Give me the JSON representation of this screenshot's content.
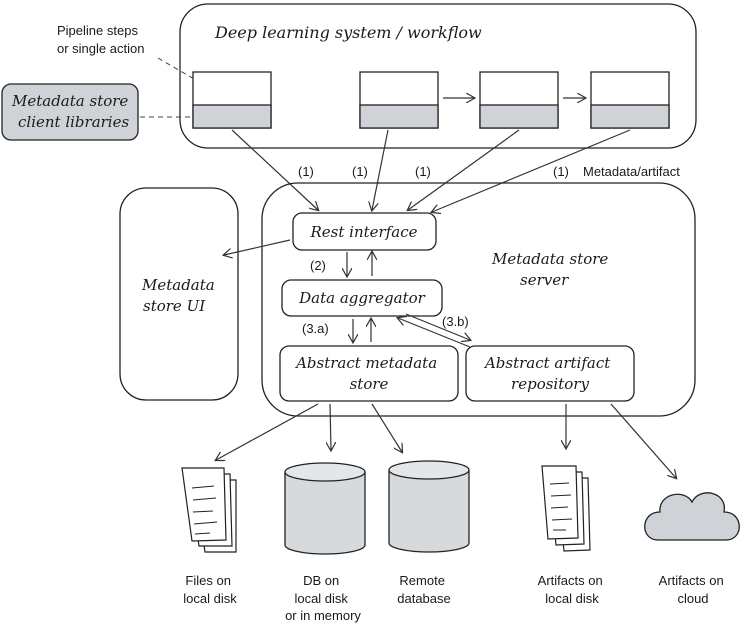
{
  "workflow": {
    "title": "Deep learning system / workflow"
  },
  "callouts": {
    "pipeline_steps": [
      "Pipeline steps",
      "or single action"
    ]
  },
  "client_libraries": {
    "label": [
      "Metadata store",
      "client libraries"
    ]
  },
  "metadata_artifact": "Metadata/artifact",
  "server": {
    "title": [
      "Metadata store",
      "server"
    ],
    "rest_interface": "Rest interface",
    "data_aggregator": "Data aggregator",
    "abstract_metadata_store": [
      "Abstract metadata",
      "store"
    ],
    "abstract_artifact_repository": [
      "Abstract artifact",
      "repository"
    ]
  },
  "ui": {
    "label": [
      "Metadata",
      "store UI"
    ]
  },
  "step_labels": {
    "one": "(1)",
    "two": "(2)",
    "three_a": "(3.a)",
    "three_b": "(3.b)"
  },
  "storage": {
    "files_local": [
      "Files on",
      "local disk"
    ],
    "db_local": [
      "DB on",
      "local disk",
      "or in memory"
    ],
    "remote_db": [
      "Remote",
      "database"
    ],
    "artifacts_local": [
      "Artifacts on",
      "local disk"
    ],
    "artifacts_cloud": [
      "Artifacts on",
      "cloud"
    ]
  }
}
